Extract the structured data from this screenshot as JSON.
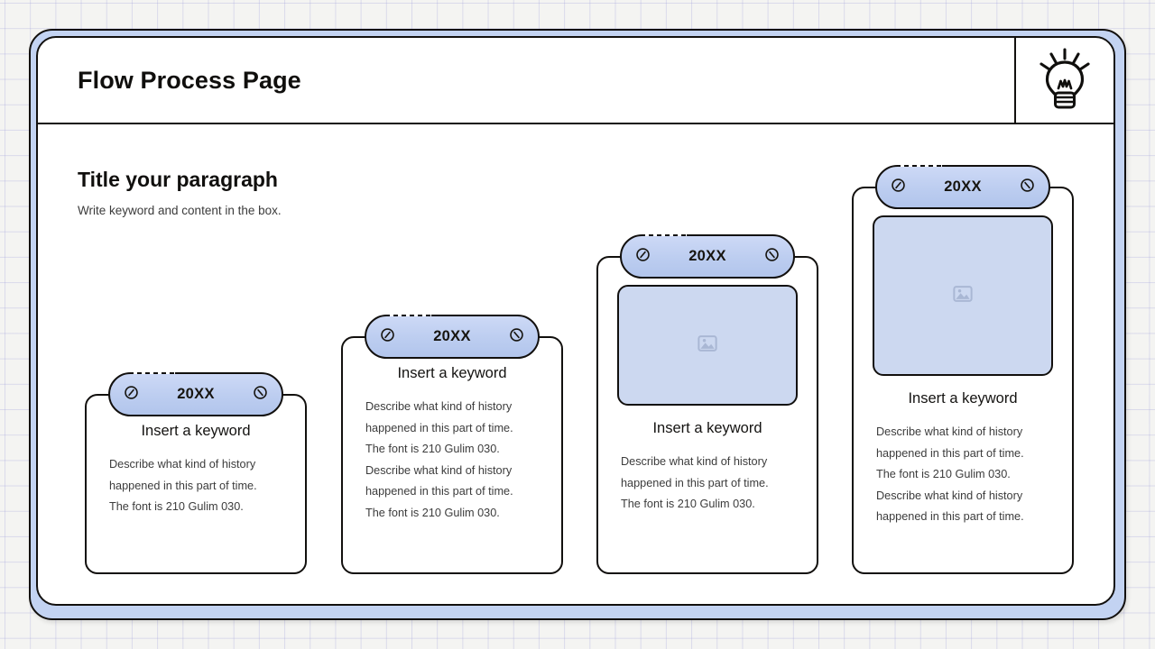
{
  "background": {
    "style": "grid-paper",
    "grid_color": "#9696d7",
    "page_color": "#f4f4f2"
  },
  "frame": {
    "outer_border_color": "#12100e",
    "band_color": "#c3d3f2",
    "inner_background": "#ffffff"
  },
  "header": {
    "title": "Flow Process Page",
    "icon": "lightbulb-icon"
  },
  "intro": {
    "title": "Title your paragraph",
    "subtitle": "Write keyword and content in the box."
  },
  "theme": {
    "accent": "#bccdf0",
    "placeholder_fill": "#ccd8f0",
    "ink": "#12100e",
    "body_text": "#3c3c3c"
  },
  "cards": [
    {
      "year": "20XX",
      "left_icon": "prohibited-icon",
      "right_icon": "prohibited-icon",
      "keyword": "Insert a keyword",
      "has_image": false,
      "image_icon": null,
      "lines": [
        "Describe what kind of history",
        "happened in this part of time.",
        "The font is 210 Gulim 030."
      ]
    },
    {
      "year": "20XX",
      "left_icon": "prohibited-icon",
      "right_icon": "prohibited-icon",
      "keyword": "Insert a keyword",
      "has_image": false,
      "image_icon": null,
      "lines": [
        "Describe what kind of history",
        "happened in this part of time.",
        "The font is 210 Gulim 030.",
        "Describe what kind of history",
        "happened in this part of time.",
        "The font is 210 Gulim 030."
      ]
    },
    {
      "year": "20XX",
      "left_icon": "prohibited-icon",
      "right_icon": "prohibited-icon",
      "keyword": "Insert a keyword",
      "has_image": true,
      "image_icon": "image-placeholder-icon",
      "lines": [
        "Describe what kind of history",
        "happened in this part of time.",
        "The font is 210 Gulim 030."
      ]
    },
    {
      "year": "20XX",
      "left_icon": "prohibited-icon",
      "right_icon": "prohibited-icon",
      "keyword": "Insert a keyword",
      "has_image": true,
      "image_icon": "image-placeholder-icon",
      "lines": [
        "Describe what kind of history",
        "happened in this part of time.",
        "The font is 210 Gulim 030.",
        "Describe what kind of history",
        "happened in this part of time."
      ]
    }
  ]
}
